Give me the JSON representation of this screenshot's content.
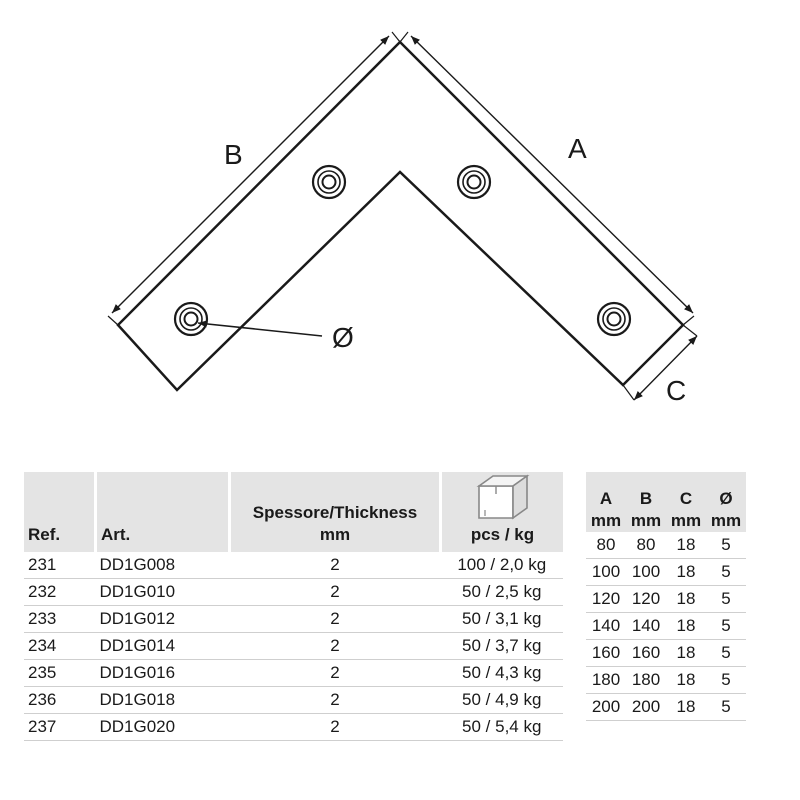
{
  "drawing": {
    "labels": {
      "a": "A",
      "b": "B",
      "c": "C",
      "diameter": "Ø"
    },
    "stroke_color": "#1a1a1a"
  },
  "table": {
    "headers": {
      "ref": "Ref.",
      "art": "Art.",
      "thickness_line1": "Spessore/Thickness",
      "thickness_line2": "mm",
      "pcs_kg": "pcs / kg",
      "packaging_icon": "box-icon"
    },
    "rows": [
      {
        "ref": "231",
        "art": "DD1G008",
        "thickness": "2",
        "pcs_kg": "100 / 2,0 kg"
      },
      {
        "ref": "232",
        "art": "DD1G010",
        "thickness": "2",
        "pcs_kg": "50 / 2,5 kg"
      },
      {
        "ref": "233",
        "art": "DD1G012",
        "thickness": "2",
        "pcs_kg": "50 / 3,1 kg"
      },
      {
        "ref": "234",
        "art": "DD1G014",
        "thickness": "2",
        "pcs_kg": "50 / 3,7 kg"
      },
      {
        "ref": "235",
        "art": "DD1G016",
        "thickness": "2",
        "pcs_kg": "50 / 4,3 kg"
      },
      {
        "ref": "236",
        "art": "DD1G018",
        "thickness": "2",
        "pcs_kg": "50 / 4,9 kg"
      },
      {
        "ref": "237",
        "art": "DD1G020",
        "thickness": "2",
        "pcs_kg": "50 / 5,4 kg"
      }
    ]
  },
  "dimensions_table": {
    "headers": [
      {
        "label": "A",
        "unit": "mm"
      },
      {
        "label": "B",
        "unit": "mm"
      },
      {
        "label": "C",
        "unit": "mm"
      },
      {
        "label": "Ø",
        "unit": "mm"
      }
    ],
    "rows": [
      [
        "80",
        "80",
        "18",
        "5"
      ],
      [
        "100",
        "100",
        "18",
        "5"
      ],
      [
        "120",
        "120",
        "18",
        "5"
      ],
      [
        "140",
        "140",
        "18",
        "5"
      ],
      [
        "160",
        "160",
        "18",
        "5"
      ],
      [
        "180",
        "180",
        "18",
        "5"
      ],
      [
        "200",
        "200",
        "18",
        "5"
      ]
    ]
  },
  "colors": {
    "header_bg": "#e4e4e4",
    "row_rule": "#cfcfcf",
    "text": "#1a1a1a"
  }
}
